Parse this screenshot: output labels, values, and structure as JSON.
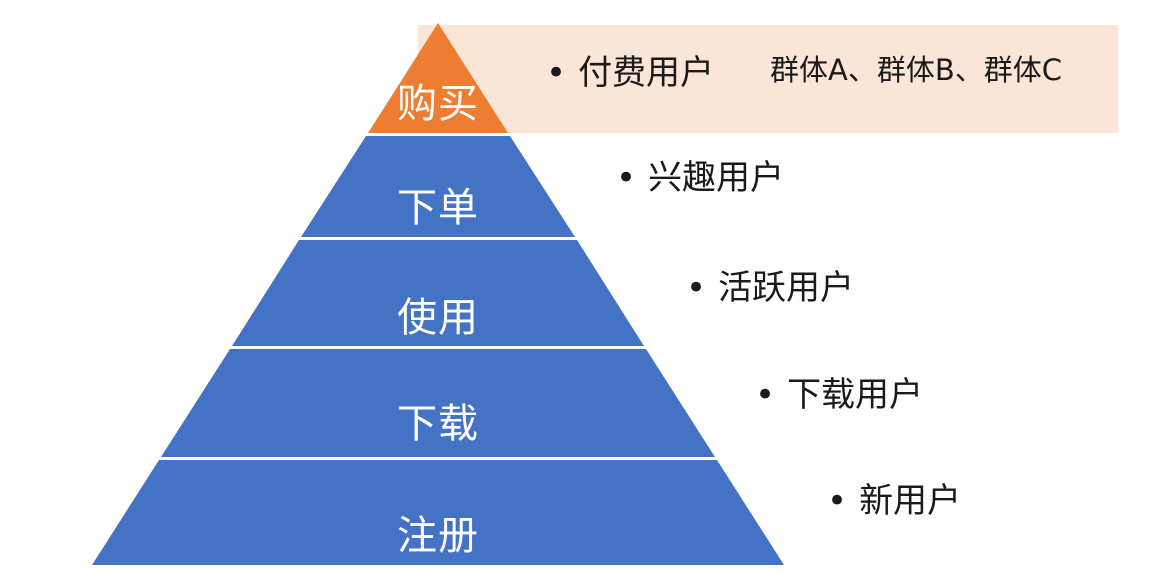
{
  "colors": {
    "blue": "#4472C4",
    "orange": "#ED7D31",
    "band": "#FBE5D6",
    "stage_text": "#FFFFFF",
    "annotation_text": "#1A1A1A"
  },
  "bullet": "•",
  "funnel": {
    "levels": [
      {
        "stage": "购买",
        "annotation": "付费用户",
        "note": "群体A、群体B、群体C"
      },
      {
        "stage": "下单",
        "annotation": "兴趣用户"
      },
      {
        "stage": "使用",
        "annotation": "活跃用户"
      },
      {
        "stage": "下载",
        "annotation": "下载用户"
      },
      {
        "stage": "注册",
        "annotation": "新用户"
      }
    ]
  }
}
